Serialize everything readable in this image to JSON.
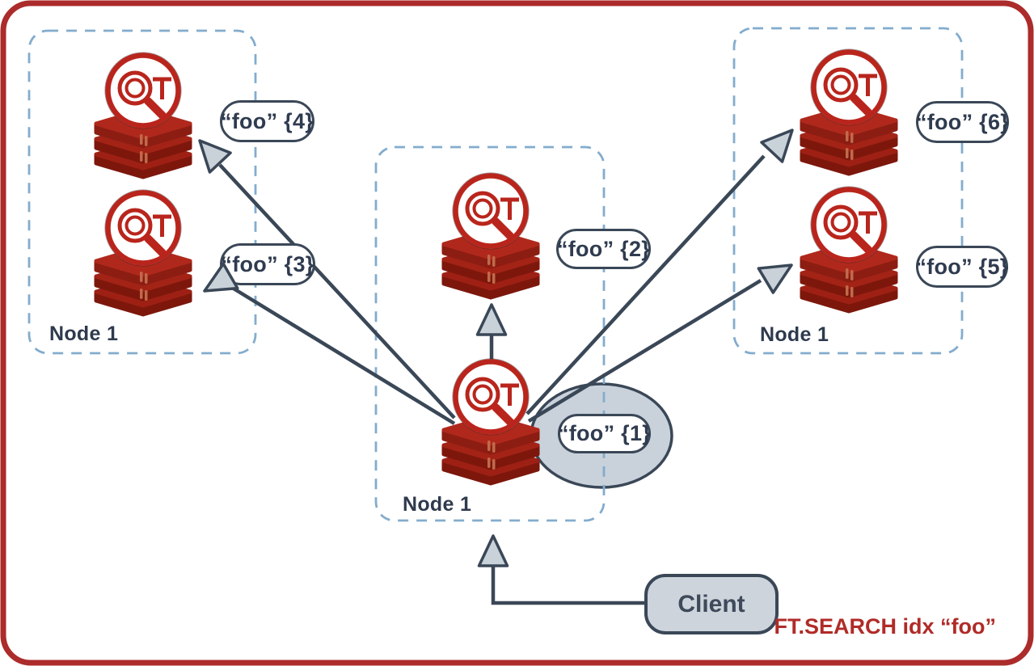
{
  "palette": {
    "brand_red": "#AC2B2B",
    "icon_red": "#B9251C",
    "db_red_bright": "#B0281C",
    "db_red_mid": "#9E2014",
    "db_red_dark": "#7D170C",
    "slate": "#3A4757",
    "light_fill": "#CBD3DB",
    "dashed_blue": "#83ACCD"
  },
  "nodes": {
    "left": {
      "label": "Node 1"
    },
    "center": {
      "label": "Node 1"
    },
    "right": {
      "label": "Node 1"
    }
  },
  "shard_keys": {
    "foo1": "“foo” {1}",
    "foo2": "“foo” {2}",
    "foo3": "“foo” {3}",
    "foo4": "“foo” {4}",
    "foo5": "“foo” {5}",
    "foo6": "“foo” {6}"
  },
  "client": {
    "label": "Client"
  },
  "command": {
    "label": "FT.SEARCH idx “foo”"
  },
  "icons": {
    "shard": "redisearch-shard-icon",
    "arrowhead": "triangle-arrowhead"
  }
}
